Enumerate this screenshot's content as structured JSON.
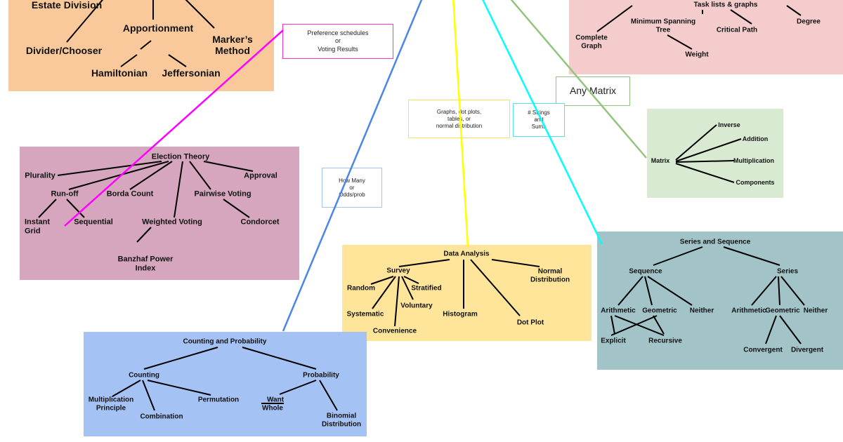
{
  "colors": {
    "orange": "#f9c89b",
    "pink": "#f4cccc",
    "mauve": "#d5a6bd",
    "green": "#d9ead3",
    "yellow": "#ffe599",
    "teal": "#a2c4c9",
    "blue": "#a4c2f4",
    "magenta_line": "#ff00ff",
    "yellow_line": "#ffff00",
    "blue_line": "#4a86e8",
    "cyan_line": "#00ffff",
    "green_line": "#93c47d"
  },
  "fair_division": {
    "estate": "Estate Division",
    "apportionment": "Apportionment",
    "divider": "Divider/Chooser",
    "markers": "Marker’s\nMethod",
    "hamiltonian": "Hamiltonian",
    "jeffersonian": "Jeffersonian"
  },
  "graph_theory": {
    "task_lists": "Task lists & graphs",
    "degree": "Degree",
    "complete_graph": "Complete\nGraph",
    "mst": "Minimum Spanning\nTree",
    "critical_path": "Critical Path",
    "weight": "Weight"
  },
  "notes": {
    "preference": "Preference schedules\nor\nVoting Results",
    "any_matrix": "Any Matrix",
    "graphs_dot": "Graphs, dot plots,\ntables, or\nnormal distribution",
    "strings_sums": "# Strings\nand\nSums",
    "how_many": "How Many\nor\nOdds/prob"
  },
  "election": {
    "title": "Election Theory",
    "plurality": "Plurality",
    "approval": "Approval",
    "runoff": "Run-off",
    "borda": "Borda Count",
    "pairwise": "Pairwise Voting",
    "instant": "Instant\nGrid",
    "sequential": "Sequential",
    "weighted": "Weighted Voting",
    "condorcet": "Condorcet",
    "banzhaf": "Banzhaf Power\nIndex"
  },
  "matrix": {
    "title": "Matrix",
    "inverse": "Inverse",
    "addition": "Addition",
    "multiplication": "Multiplication",
    "components": "Components"
  },
  "data_analysis": {
    "title": "Data Analysis",
    "survey": "Survey",
    "normal": "Normal\nDistribution",
    "random": "Random",
    "stratified": "Stratified",
    "systematic": "Systematic",
    "voluntary": "Voluntary",
    "convenience": "Convenience",
    "histogram": "Histogram",
    "dotplot": "Dot Plot"
  },
  "series": {
    "title": "Series and Sequence",
    "sequence": "Sequence",
    "series": "Series",
    "arith1": "Arithmetic",
    "geom1": "Geometric",
    "neither1": "Neither",
    "arith2": "Arithmetic",
    "geom2": "Geometric",
    "neither2": "Neither",
    "explicit": "Explicit",
    "recursive": "Recursive",
    "convergent": "Convergent",
    "divergent": "Divergent"
  },
  "counting": {
    "title": "Counting and Probability",
    "counting": "Counting",
    "probability": "Probability",
    "mult_principle": "Multiplication\nPrinciple",
    "combination": "Combination",
    "permutation": "Permutation",
    "want": "Want",
    "whole": "Whole",
    "binomial": "Binomial\nDistribution"
  }
}
